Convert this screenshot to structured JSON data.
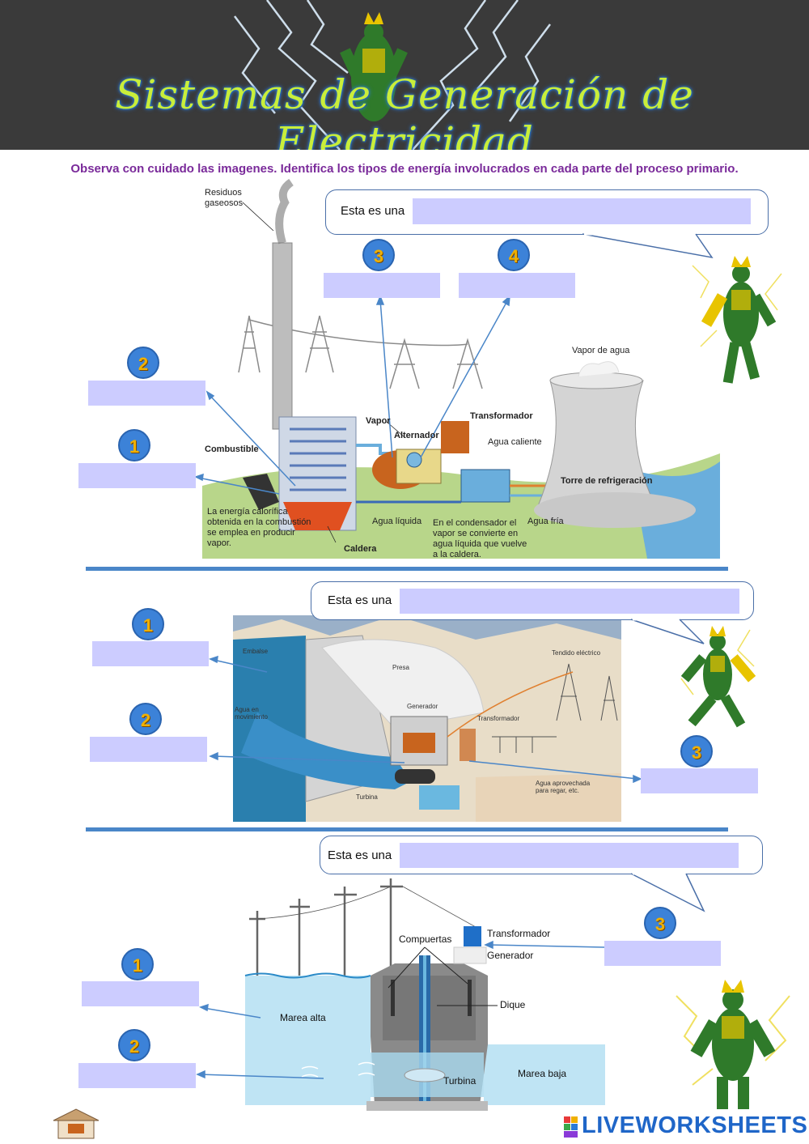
{
  "header": {
    "title": "Sistemas de Generación de Electricidad"
  },
  "instructions": "Observa con cuidado las imagenes. Identifica los tipos de energía involucrados en cada parte del proceso primario.",
  "bubble_prefix": "Esta es una",
  "section1": {
    "numbers": [
      "1",
      "2",
      "3",
      "4"
    ],
    "labels": {
      "residuos": "Residuos gaseosos",
      "vapor": "Vapor",
      "alternador": "Alternador",
      "transformador": "Transformador",
      "agua_caliente": "Agua caliente",
      "vapor_agua": "Vapor de agua",
      "combustible": "Combustible",
      "torre": "Torre de refrigeración",
      "energia": "La energía calorífica obtenida en la combustión se emplea en producir vapor.",
      "agua_liquida": "Agua líquida",
      "condensador": "En el condensador el vapor se convierte en agua líquida que vuelve a la caldera.",
      "agua_fria": "Agua fría",
      "caldera": "Caldera"
    }
  },
  "section2": {
    "numbers": [
      "1",
      "2",
      "3"
    ],
    "labels": {
      "embalse": "Embalse",
      "presa": "Presa",
      "tendido": "Tendido eléctrico",
      "agua_mov": "Agua en movimiento",
      "generador": "Generador",
      "transformador": "Transformador",
      "agua_aprov": "Agua aprovechada para regar, etc.",
      "turbina": "Turbina"
    }
  },
  "section3": {
    "numbers": [
      "1",
      "2",
      "3"
    ],
    "labels": {
      "compuertas": "Compuertas",
      "transformador": "Transformador",
      "generador": "Generador",
      "dique": "Dique",
      "marea_alta": "Marea alta",
      "marea_baja": "Marea baja",
      "turbina": "Turbina"
    }
  },
  "footer": {
    "brand": "LIVEWORKSHEETS",
    "brand_tag": "LIVE"
  },
  "colors": {
    "answer_box": "#ccccff",
    "number_circle": "#3c82d8",
    "number_text": "#f0b000",
    "title": "#c9ee3a",
    "instructions": "#7a2a9a",
    "divider": "#4a86c8"
  }
}
